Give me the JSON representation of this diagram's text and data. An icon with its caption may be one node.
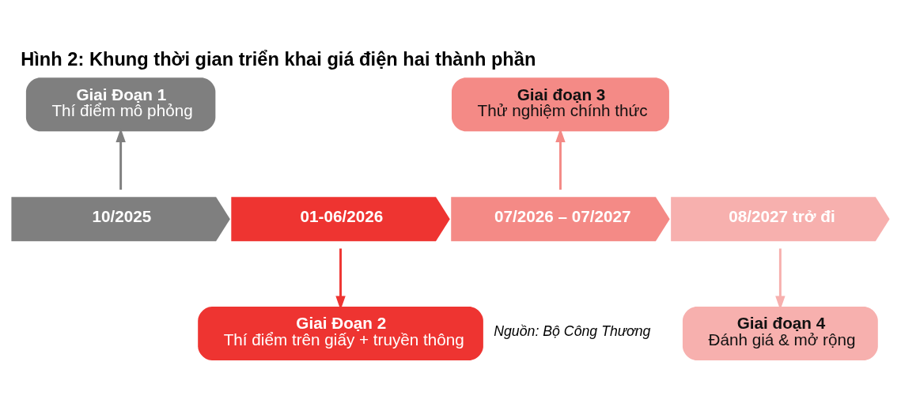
{
  "diagram": {
    "title": "Hình 2: Khung thời gian triển khai giá điện hai thành phần",
    "caption": "Nguồn: Bộ Công Thương",
    "nodes": [
      {
        "text": [
          "Giai Đoạn 1",
          "Thí điểm mô phỏng"
        ]
      },
      {
        "text": [
          "Giai đoạn 3",
          "Thử nghiệm chính thức"
        ]
      },
      {
        "text": [
          "10/2025"
        ]
      },
      {
        "text": [
          "01-06/2026"
        ]
      },
      {
        "text": [
          "07/2026 – 07/2027"
        ]
      },
      {
        "text": [
          "08/2027 trở đi"
        ]
      },
      {
        "text": [
          "Giai Đoạn 2",
          "Thí điểm trên giấy + truyền thông"
        ]
      },
      {
        "text": [
          "Giai đoạn 4",
          "Đánh giá & mở rộng"
        ]
      }
    ],
    "edges": [
      {
        "from": 2,
        "to": 0,
        "arrow": "to",
        "color": "#7f7f7f"
      },
      {
        "from": 4,
        "to": 1,
        "arrow": "to",
        "color": "#f48a86"
      },
      {
        "from": 3,
        "to": 6,
        "arrow": "to",
        "color": "#ee3431"
      },
      {
        "from": 5,
        "to": 7,
        "arrow": "to",
        "color": "#f7b0ae"
      }
    ]
  }
}
